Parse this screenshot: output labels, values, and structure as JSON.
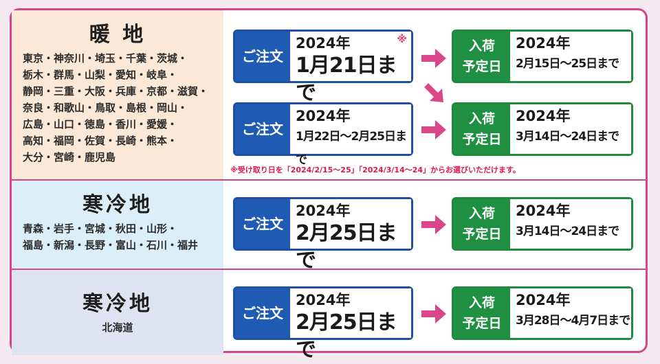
{
  "rows": [
    {
      "region": "暖 地",
      "prefectures": [
        "東京・神奈川・埼玉・千葉・茨城・",
        "栃木・群馬・山梨・愛知・岐阜・",
        "静岡・三重・大阪・兵庫・京都・滋賀・",
        "奈良・和歌山・鳥取・島根・岡山・",
        "広島・山口・徳島・香川・愛媛・",
        "高知・福岡・佐賀・長崎・熊本・",
        "大分・宮崎・鹿児島"
      ],
      "orders": [
        {
          "tag": "ご注文",
          "year": "2024年",
          "date": "1月21日まで",
          "asterisk": "※"
        },
        {
          "tag": "ご注文",
          "year": "2024年",
          "date": "1月22日～2月25日まで"
        }
      ],
      "arrivals": [
        {
          "tag1": "入荷",
          "tag2": "予定日",
          "year": "2024年",
          "date": "2月15日～25日まで"
        },
        {
          "tag1": "入荷",
          "tag2": "予定日",
          "year": "2024年",
          "date": "3月14日～24日まで"
        }
      ],
      "note": "※受け取り日を「2024/2/15～25」「2024/3/14～24」からお選びいただけます。"
    },
    {
      "region": "寒冷地",
      "prefectures": [
        "青森・岩手・宮城・秋田・山形・",
        "福島・新潟・長野・富山・石川・福井"
      ],
      "order": {
        "tag": "ご注文",
        "year": "2024年",
        "date": "2月25日まで"
      },
      "arrival": {
        "tag1": "入荷",
        "tag2": "予定日",
        "year": "2024年",
        "date": "3月14日～24日まで"
      }
    },
    {
      "region": "寒冷地",
      "prefectures": [
        "北海道"
      ],
      "order": {
        "tag": "ご注文",
        "year": "2024年",
        "date": "2月25日まで"
      },
      "arrival": {
        "tag1": "入荷",
        "tag2": "予定日",
        "year": "2024年",
        "date": "3月28日～4月7日まで"
      }
    }
  ],
  "colors": {
    "border": "#d3468a",
    "order_blue": "#1f5bb2",
    "arrival_green": "#1f8f42",
    "arrow_pink": "#d9478a",
    "note_red": "#e0184c"
  }
}
